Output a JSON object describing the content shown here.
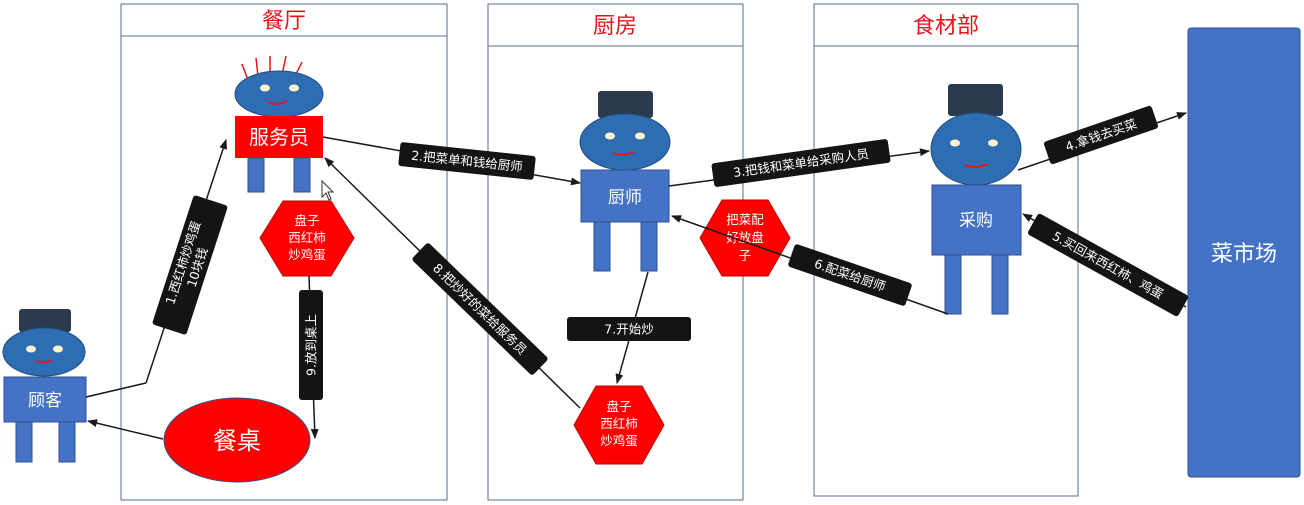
{
  "zones": {
    "restaurant": "餐厅",
    "kitchen": "厨房",
    "ingredients": "食材部"
  },
  "actors": {
    "waiter": "服务员",
    "chef": "厨师",
    "customer": "顾客",
    "buyer": "采购"
  },
  "places": {
    "market": "菜市场",
    "table": "餐桌"
  },
  "dishes": {
    "waiter_dish": [
      "盘子",
      "西红柿",
      "炒鸡蛋"
    ],
    "kitchen_dish": [
      "盘子",
      "西红柿",
      "炒鸡蛋"
    ],
    "prep_plate": [
      "把菜配",
      "好放盘",
      "子"
    ]
  },
  "steps": {
    "s1": [
      "1.西红柿炒鸡蛋",
      "10块钱"
    ],
    "s2": "2.把菜单和钱给厨师",
    "s3": "3.把钱和菜单给采购人员",
    "s4": "4.拿钱去买菜",
    "s5": "5.买回来西红柿、鸡蛋",
    "s6": "6.配菜给厨师",
    "s7": "7.开始炒",
    "s8": "8.把炒好的菜给服务员",
    "s9": "9.放到桌上"
  },
  "colors": {
    "figure_blue": "#2e6db4",
    "box_blue": "#4472c4",
    "red": "#ff0000",
    "title_red": "#e8141c",
    "hat": "#2b3a4e",
    "label_bg": "#141414"
  }
}
